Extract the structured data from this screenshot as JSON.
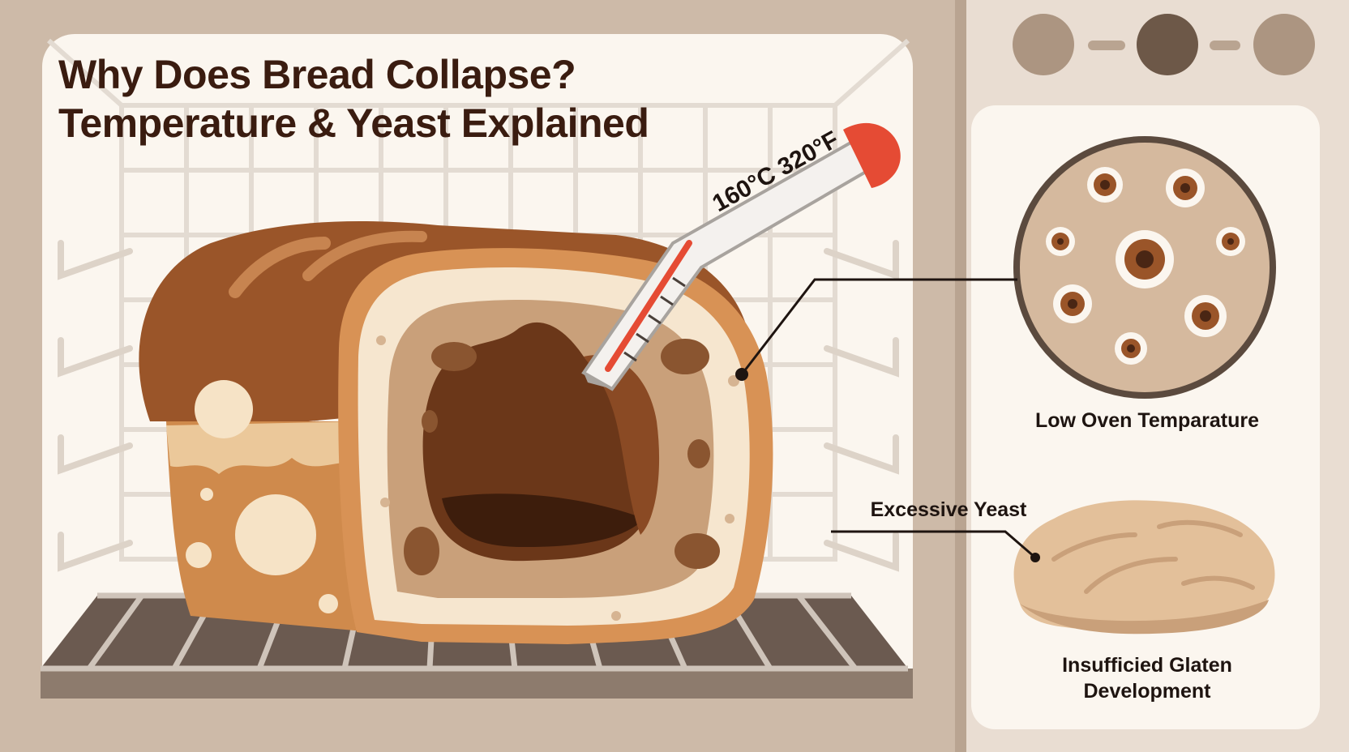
{
  "title": {
    "line1": "Why Does Bread Collapse?",
    "line2": "Temperature & Yeast Explained"
  },
  "thermometer": {
    "reading": "160°C 320°F"
  },
  "labels": {
    "low_oven": "Low Oven Temparature",
    "excessive_yeast": "Excessive Yeast",
    "gluten_line1": "Insufficied Glaten",
    "gluten_line2": "Development"
  },
  "colors": {
    "oven_frame": "#cdbaa8",
    "oven_window": "#fbf6ef",
    "panel": "#e9ddd2",
    "crust": "#a65a2a",
    "crumb": "#f6e6cf",
    "cavity": "#5e2f18",
    "thermometer_tip": "#e54b34",
    "dough": "#e3c09a"
  },
  "icons": [
    "oven-knob-icon",
    "thermometer-icon",
    "yeast-cell-icon",
    "dough-icon"
  ]
}
